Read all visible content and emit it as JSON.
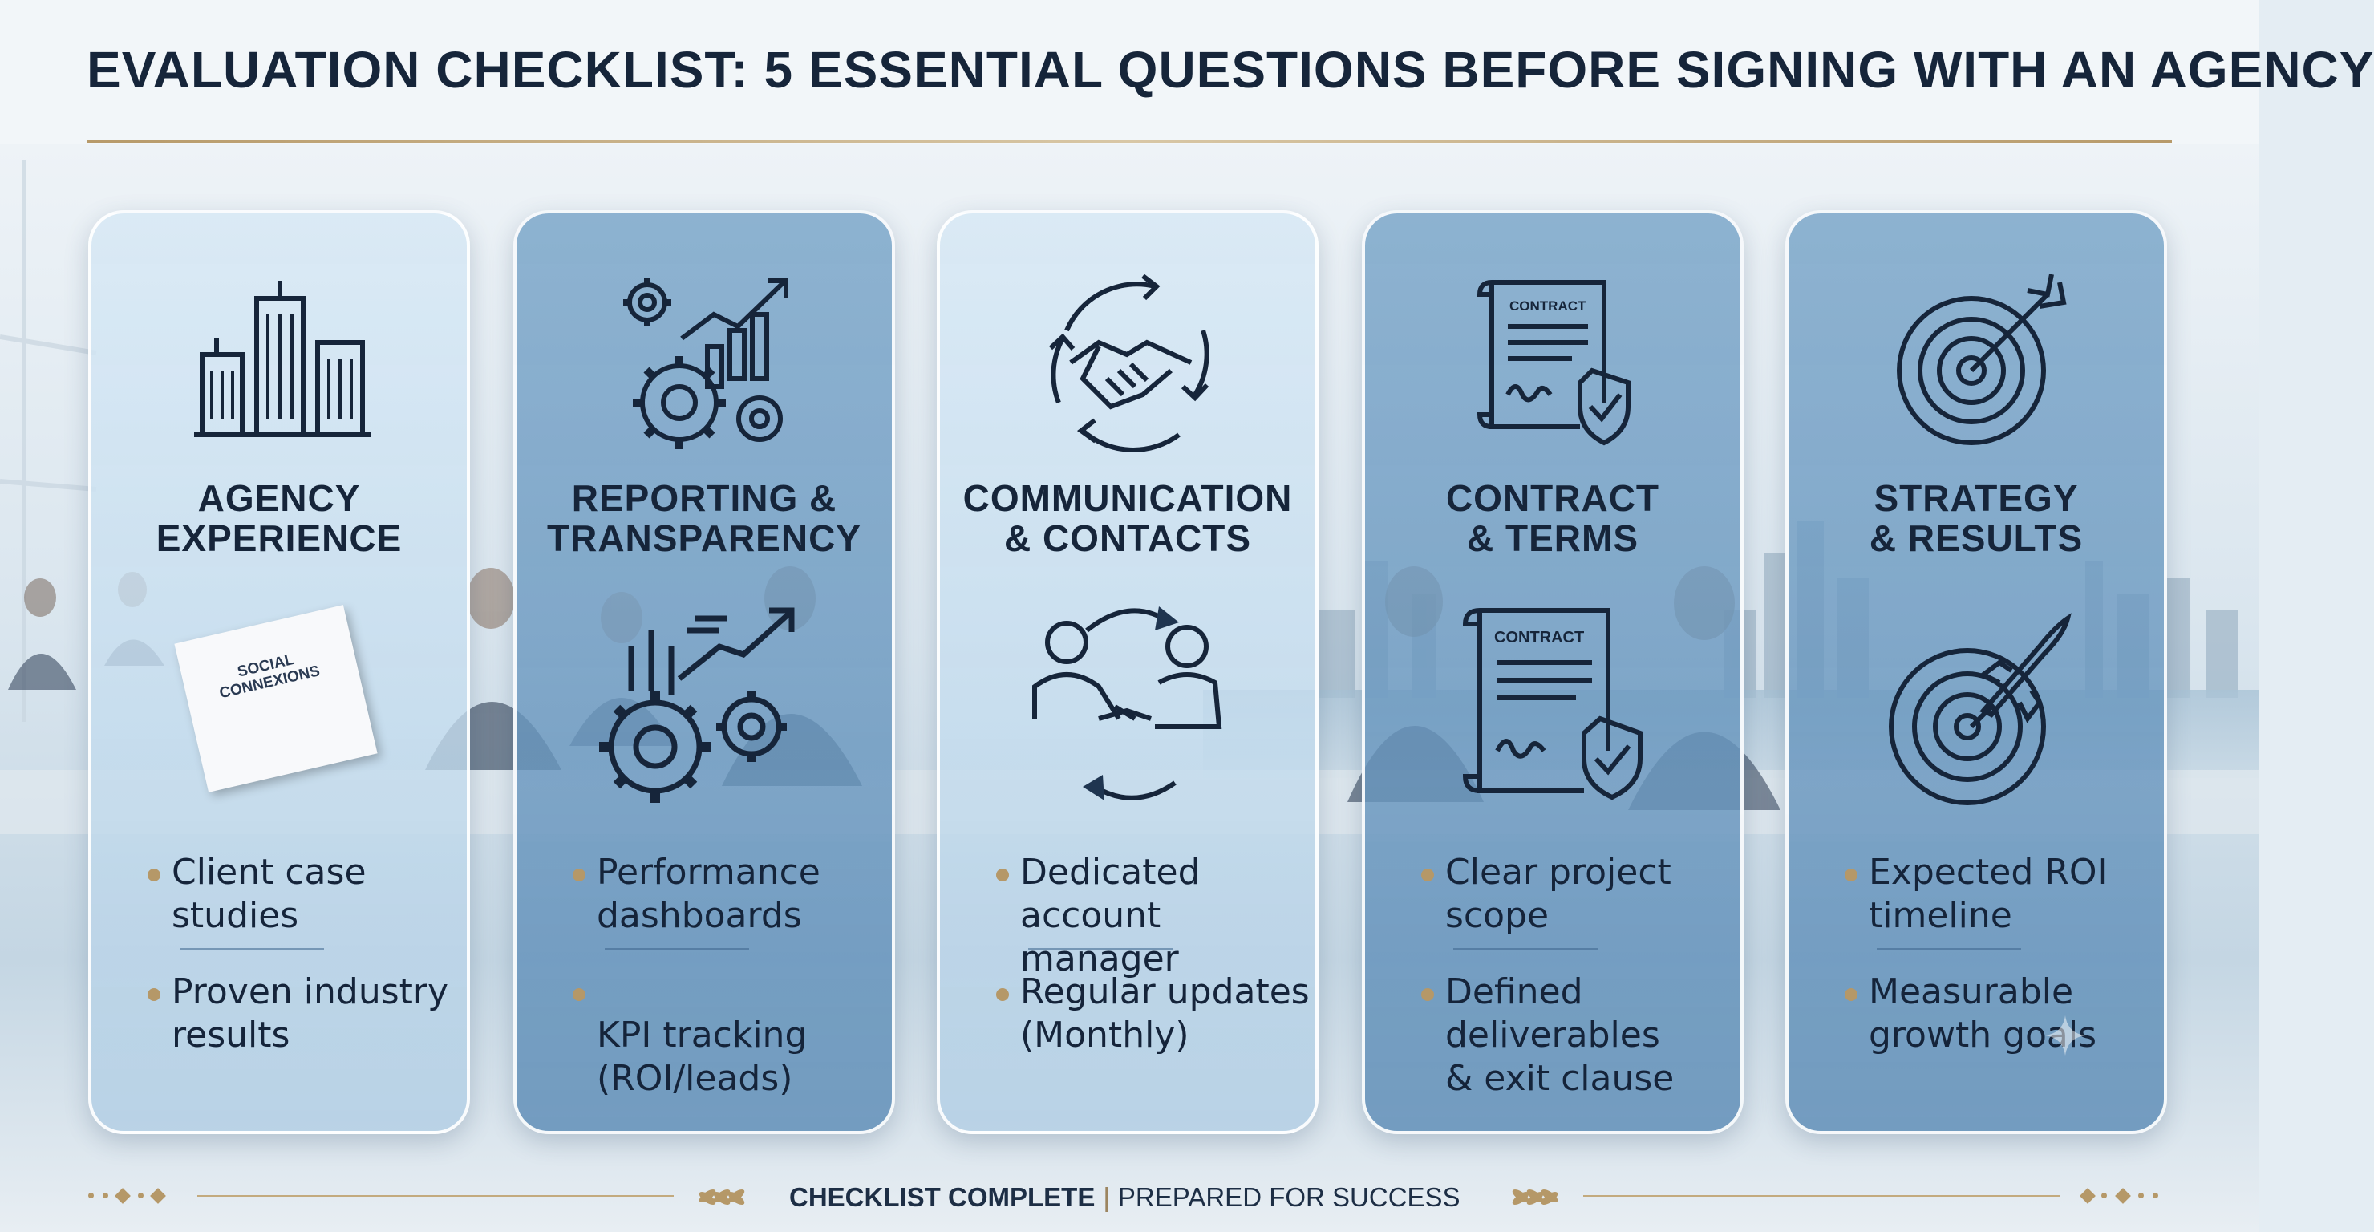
{
  "title": "EVALUATION CHECKLIST: 5 ESSENTIAL QUESTIONS BEFORE SIGNING WITH AN AGENCY",
  "colors": {
    "ink": "#16253a",
    "gold": "#b59868",
    "card_light": "#d6e8f5",
    "card_dark": "#78a4c8"
  },
  "cards": [
    {
      "title_lines": [
        "AGENCY",
        "EXPERIENCE"
      ],
      "icon_top": "city-buildings-icon",
      "items": [
        [
          "Client case",
          "studies"
        ],
        [
          "Proven industry",
          "results"
        ]
      ],
      "brochure": {
        "line1": "SOCIAL",
        "line2": "CONNEXIONS"
      }
    },
    {
      "title_lines": [
        "REPORTING &",
        "TRANSPARENCY"
      ],
      "icon_top": "gears-growth-chart-icon",
      "icon_mid": "gears-trend-arrow-icon",
      "items": [
        [
          "Performance",
          "dashboards"
        ],
        [
          "KPI tracking",
          "(ROI/leads)"
        ]
      ]
    },
    {
      "title_lines": [
        "COMMUNICATION",
        "& CONTACTS"
      ],
      "icon_top": "handshake-cycle-icon",
      "icon_mid": "people-handshake-icon",
      "items": [
        [
          "Dedicated",
          "account manager"
        ],
        [
          "Regular updates",
          "(Monthly)"
        ]
      ]
    },
    {
      "title_lines": [
        "CONTRACT",
        "& TERMS"
      ],
      "icon_top": "contract-shield-icon",
      "icon_mid": "contract-shield-icon",
      "contract_label": "CONTRACT",
      "items": [
        [
          "Clear project",
          "scope"
        ],
        [
          "Defined",
          "deliverables",
          "& exit clause"
        ]
      ]
    },
    {
      "title_lines": [
        "STRATEGY",
        "& RESULTS"
      ],
      "icon_top": "target-arrow-icon",
      "icon_mid": "target-rocket-icon",
      "items": [
        [
          "Expected ROI",
          "timeline"
        ],
        [
          "Measurable",
          "growth goals"
        ]
      ]
    }
  ],
  "footer": {
    "left": "CHECKLIST COMPLETE",
    "divider": "|",
    "right": "PREPARED FOR SUCCESS"
  }
}
